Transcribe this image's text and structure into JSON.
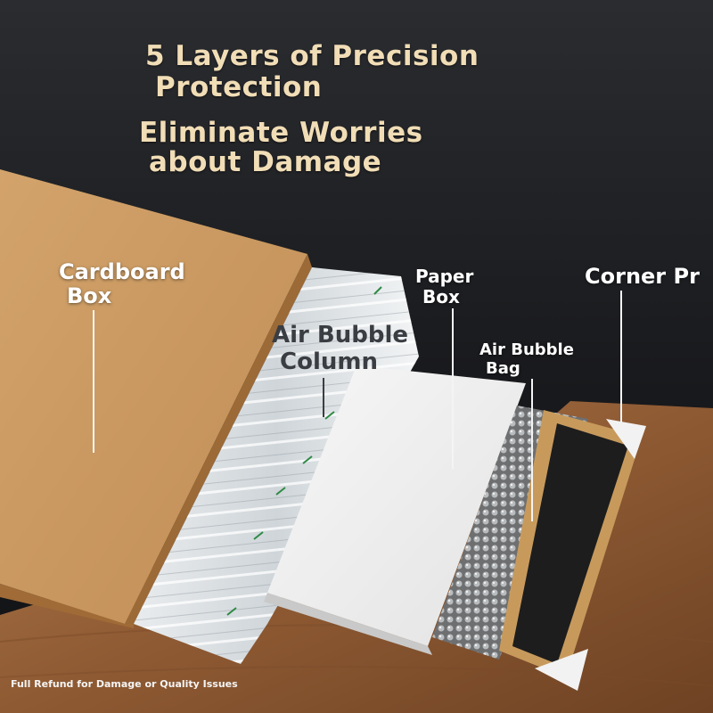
{
  "headline": {
    "line1": "5 Layers of Precision",
    "line2": "Protection",
    "line3": "Eliminate Worries",
    "line4": "about Damage"
  },
  "labels": {
    "cardboard_box": {
      "line1": "Cardboard",
      "line2": "Box"
    },
    "paper_box": {
      "line1": "Paper",
      "line2": "Box"
    },
    "air_bubble_column": {
      "line1": "Air Bubble",
      "line2": "Column"
    },
    "air_bubble_bag": {
      "line1": "Air Bubble",
      "line2": "Bag"
    },
    "corner_protector": {
      "line1": "Corner Pr"
    }
  },
  "footer": {
    "refund_note": "Full Refund for Damage or Quality Issues"
  },
  "colors": {
    "headline": "#f1ddb6",
    "background": "#1c1e21",
    "cardboard": "#c89a63",
    "table_wood": "#9a643a",
    "frame_gold": "#c79a5c"
  }
}
